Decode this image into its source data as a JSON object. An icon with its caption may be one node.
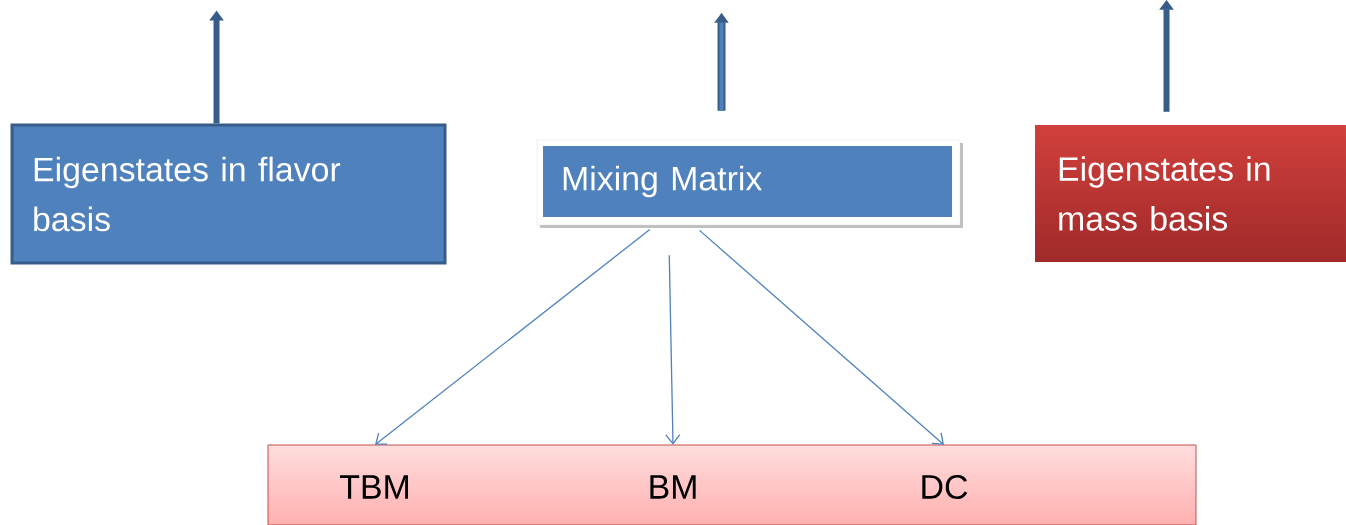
{
  "diagram": {
    "nodes": [
      {
        "text": [
          "Eigenstates in flavor basis"
        ]
      },
      {
        "text": [
          "Mixing Matrix"
        ]
      },
      {
        "text": [
          "Eigenstates in mass basis"
        ]
      },
      {
        "text": [],
        "shape": "box"
      },
      {
        "text": [
          "TBM"
        ],
        "in": 3
      },
      {
        "text": [
          "BM"
        ],
        "in": 3
      },
      {
        "text": [
          "DC"
        ],
        "in": 3
      }
    ],
    "edges": [
      {
        "from": 0,
        "to": null,
        "arrow": "to",
        "style": "thick"
      },
      {
        "from": 1,
        "to": null,
        "arrow": "to",
        "style": "thick"
      },
      {
        "from": 2,
        "to": null,
        "arrow": "to",
        "style": "thick"
      },
      {
        "from": 1,
        "to": 4,
        "arrow": "to"
      },
      {
        "from": 1,
        "to": 5,
        "arrow": "to"
      },
      {
        "from": 1,
        "to": 6,
        "arrow": "to"
      }
    ]
  }
}
